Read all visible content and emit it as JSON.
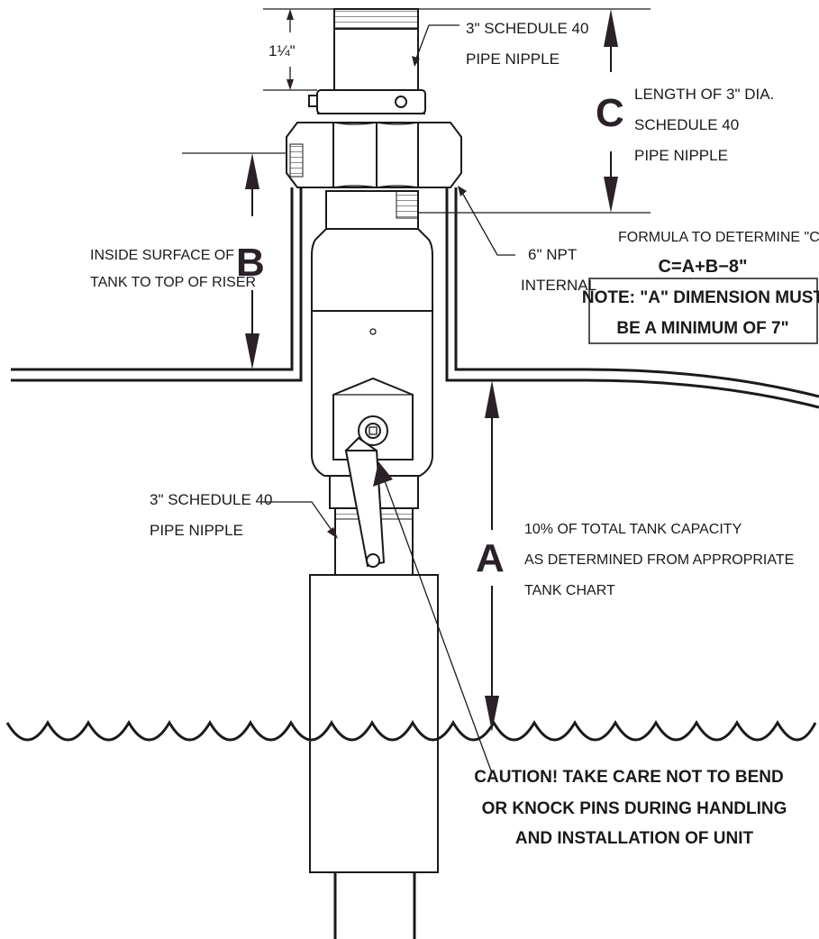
{
  "labels": {
    "top_nipple": [
      "3\" SCHEDULE 40",
      "PIPE NIPPLE"
    ],
    "dim_quarter": "1¼\"",
    "c_letter": "C",
    "c_desc": [
      "LENGTH OF 3\" DIA.",
      "SCHEDULE 40",
      "PIPE NIPPLE"
    ],
    "formula_title": "FORMULA TO DETERMINE \"C\"",
    "formula": "C=A+B−8\"",
    "note": [
      "NOTE: \"A\" DIMENSION MUST",
      "BE A MINIMUM OF 7\""
    ],
    "b_letter": "B",
    "b_desc": [
      "INSIDE SURFACE OF",
      "TANK TO TOP OF RISER"
    ],
    "npt": [
      "6\" NPT",
      "INTERNAL"
    ],
    "lower_nipple": [
      "3\" SCHEDULE 40",
      "PIPE NIPPLE"
    ],
    "a_letter": "A",
    "a_desc": [
      "10% OF TOTAL TANK CAPACITY",
      "AS DETERMINED FROM APPROPRIATE",
      "TANK CHART"
    ],
    "caution": [
      "CAUTION! TAKE CARE NOT TO BEND",
      "OR KNOCK PINS DURING HANDLING",
      "AND INSTALLATION OF UNIT"
    ]
  },
  "colors": {
    "line": "#1a1a1a",
    "dimension_letters": "#2a2129",
    "background": "#ffffff"
  }
}
